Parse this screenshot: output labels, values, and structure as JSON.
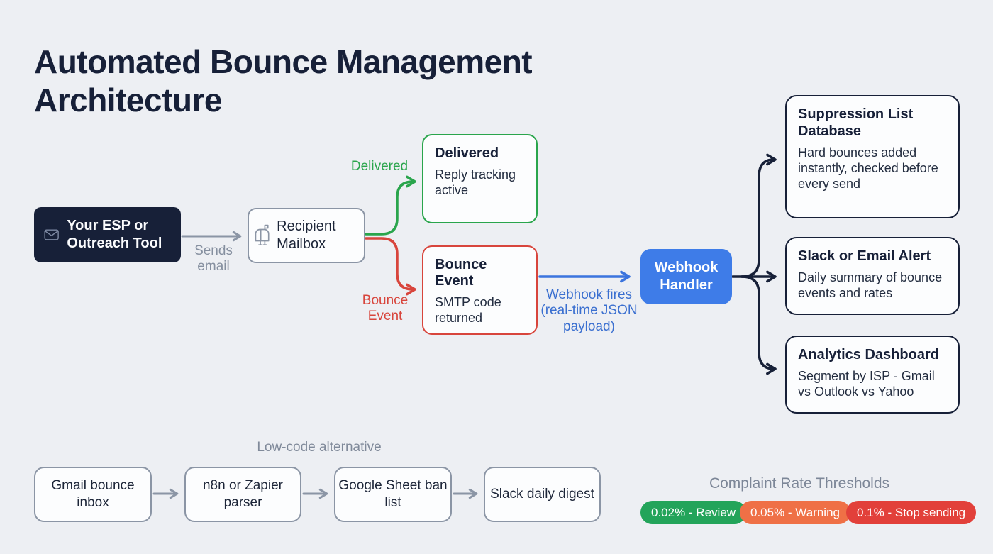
{
  "title": "Automated Bounce Management Architecture",
  "colors": {
    "background": "#edeff3",
    "navy": "#172038",
    "gray_line": "#8b95a5",
    "gray_text": "#808a9a",
    "green": "#2aa54c",
    "red": "#d8453c",
    "blue_fill": "#3e7ce8",
    "blue_text": "#3a6fd0"
  },
  "flow": {
    "esp": {
      "label": "Your ESP or Outreach Tool",
      "icon": "envelope-icon"
    },
    "edge_sends": "Sends email",
    "mailbox": {
      "label": "Recipient Mailbox",
      "icon": "mailbox-icon"
    },
    "edge_delivered": "Delivered",
    "delivered": {
      "title": "Delivered",
      "body": "Reply tracking active"
    },
    "edge_bounce": "Bounce Event",
    "bounce": {
      "title": "Bounce Event",
      "body": "SMTP code returned"
    },
    "edge_webhook": "Webhook fires (real-time JSON payload)",
    "webhook": {
      "label": "Webhook Handler"
    },
    "outputs": [
      {
        "title": "Suppression List Database",
        "body": "Hard bounces added instantly, checked before every send"
      },
      {
        "title": "Slack or Email Alert",
        "body": "Daily summary of bounce events and rates"
      },
      {
        "title": "Analytics Dashboard",
        "body": "Segment by ISP - Gmail vs Outlook vs Yahoo"
      }
    ]
  },
  "low_code": {
    "label": "Low-code alternative",
    "steps": [
      {
        "label": "Gmail bounce inbox"
      },
      {
        "label": "n8n or Zapier parser"
      },
      {
        "label": "Google Sheet ban list"
      },
      {
        "label": "Slack daily digest"
      }
    ]
  },
  "thresholds": {
    "title": "Complaint Rate Thresholds",
    "items": [
      {
        "label": "0.02% - Review",
        "color": "#23a45a"
      },
      {
        "label": "0.05% - Warning",
        "color": "#ef7046"
      },
      {
        "label": "0.1% - Stop sending",
        "color": "#e2403a"
      }
    ]
  }
}
